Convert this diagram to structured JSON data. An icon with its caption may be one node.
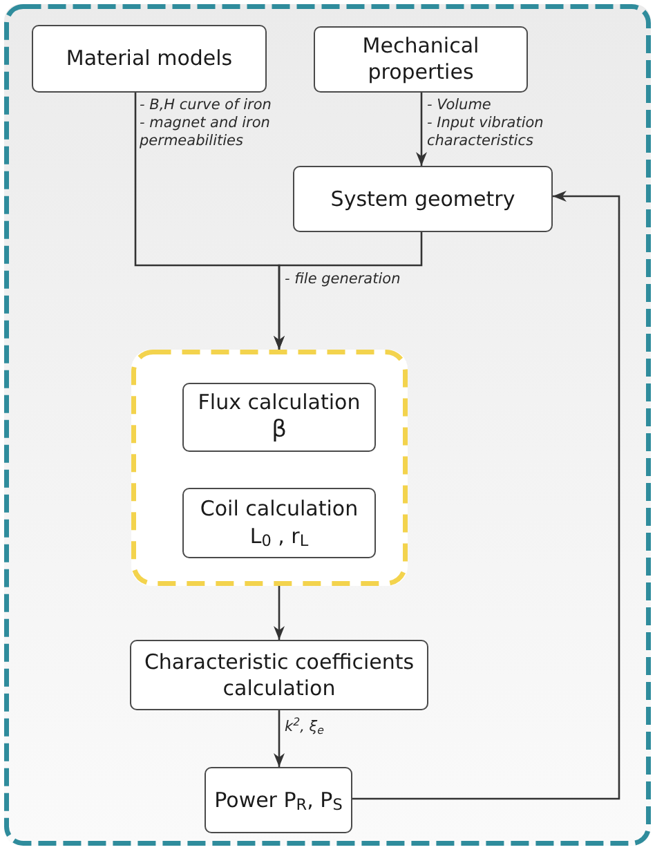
{
  "diagram": {
    "nodes": [
      {
        "text": [],
        "shape": "box"
      },
      {
        "text": [
          "Material models"
        ],
        "in": 0
      },
      {
        "text": [
          "Mechanical properties"
        ],
        "in": 0
      },
      {
        "text": [
          "System geometry"
        ],
        "in": 0
      },
      {
        "text": [],
        "shape": "box",
        "in": 0
      },
      {
        "text": [
          "Flux calculation",
          "β"
        ],
        "in": 4
      },
      {
        "text": [
          "Coil calculation",
          "L$_{0}$ , r$_{L}$"
        ],
        "in": 4
      },
      {
        "text": [
          "Characteristic coefficients calculation"
        ],
        "in": 0
      },
      {
        "text": [
          "Power P$_{R}$, P$_{S}$"
        ],
        "in": 0
      }
    ],
    "edges": [
      {
        "from": 1,
        "to": 4,
        "arrow": "to",
        "label": "- B,H curve of iron - magnet and iron permeabilities"
      },
      {
        "from": 3,
        "to": 4,
        "arrow": "to",
        "label": "- file generation"
      },
      {
        "from": 2,
        "to": 3,
        "arrow": "to",
        "label": "- Volume - Input vibration characteristics"
      },
      {
        "from": 4,
        "to": 7,
        "arrow": "to"
      },
      {
        "from": 7,
        "to": 8,
        "arrow": "to",
        "label": "k$^{2}$, ξ$_{e}$"
      },
      {
        "from": 8,
        "to": 3,
        "arrow": "to"
      }
    ]
  }
}
